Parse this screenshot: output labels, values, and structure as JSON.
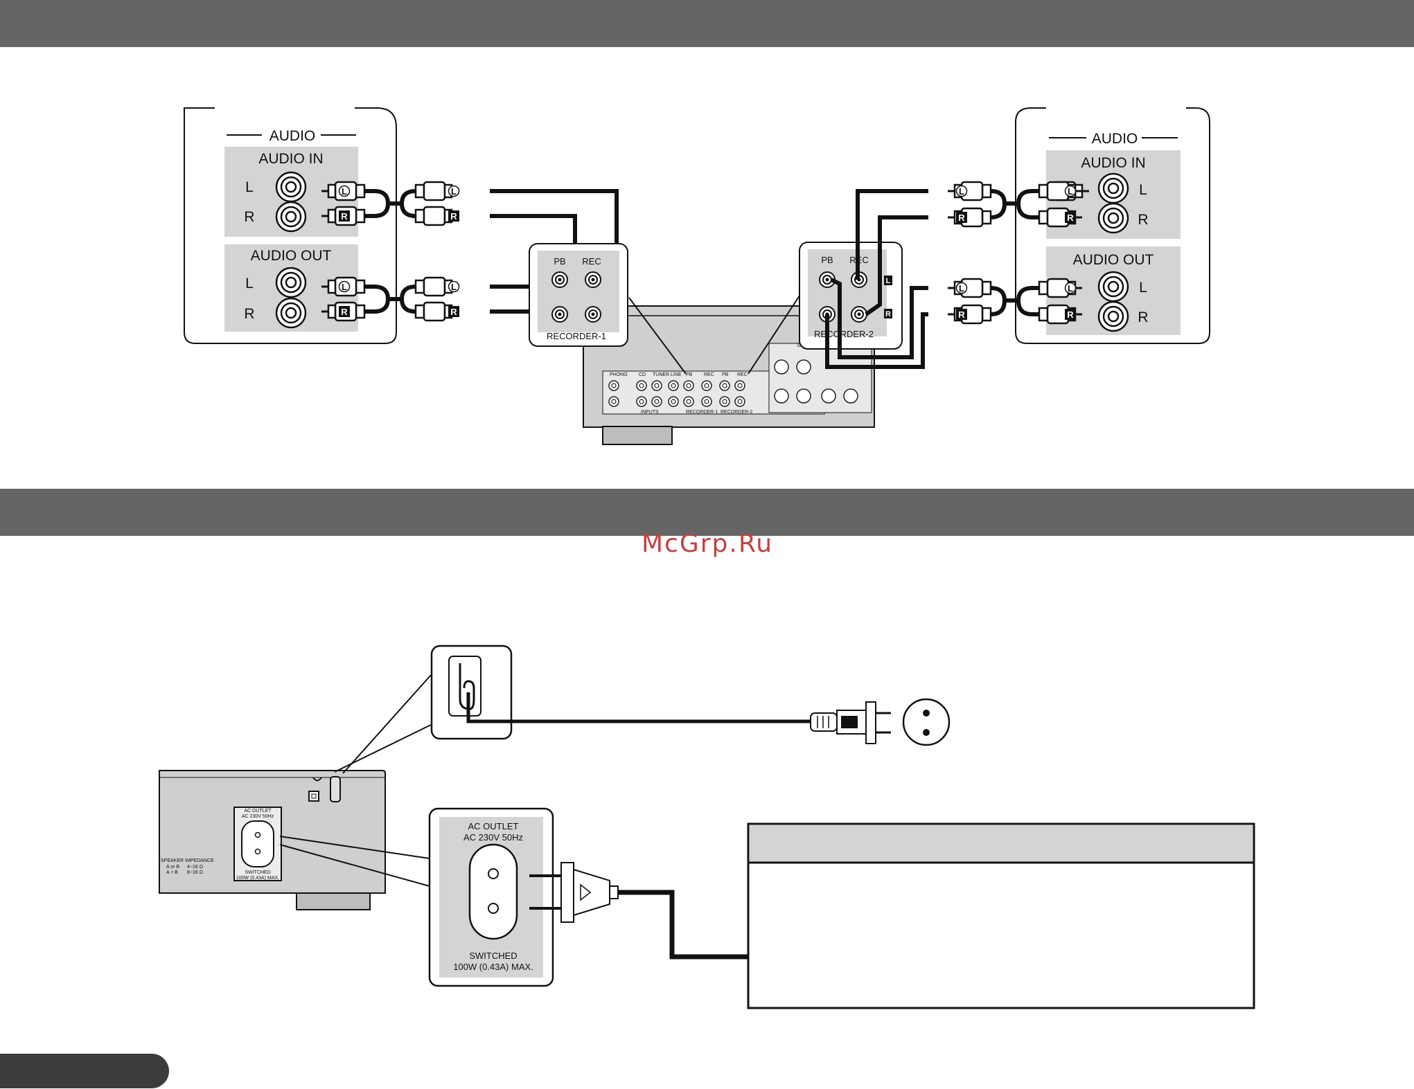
{
  "watermark": "McGrp.Ru",
  "left_device": {
    "group_title": "AUDIO",
    "in_label": "AUDIO IN",
    "out_label": "AUDIO OUT",
    "ch_l": "L",
    "ch_r": "R"
  },
  "right_device": {
    "group_title": "AUDIO",
    "in_label": "AUDIO IN",
    "out_label": "AUDIO OUT",
    "ch_l": "L",
    "ch_r": "R"
  },
  "plugs": {
    "l": "L",
    "r": "R"
  },
  "recorder1": {
    "pb": "PB",
    "rec": "REC",
    "name": "RECORDER-1"
  },
  "recorder2": {
    "pb": "PB",
    "rec": "REC",
    "name": "RECORDER-2",
    "side_l": "L",
    "side_r": "R"
  },
  "amp_panel": {
    "phono": "PHONO",
    "cd": "CD",
    "tuner": "TUNER",
    "line": "LINE",
    "pb1": "PB",
    "rec1": "REC",
    "pb2": "PB",
    "rec2": "REC",
    "inputs": "INPUTS",
    "recorder1": "RECORDER-1",
    "recorder2": "RECORDER-2",
    "speaker": "SPEAKER"
  },
  "ac_outlet_small": {
    "title": "AC OUTLET",
    "rating": "AC 230V  50Hz",
    "switched": "SWITCHED",
    "max": "100W (0.43A) MAX."
  },
  "speaker_impedance": {
    "title": "SPEAKER  IMPEDANCE",
    "row1_a": "A or B",
    "row1_b": "4~16 Ω",
    "row2_a": "A + B",
    "row2_b": "8~16 Ω"
  },
  "ac_outlet_zoom": {
    "title": "AC OUTLET",
    "rating": "AC 230V  50Hz",
    "switched": "SWITCHED",
    "max": "100W (0.43A) MAX."
  },
  "colors": {
    "bar": "#666566",
    "panel_gray": "#d4d4d4",
    "device_gray": "#c8c8c8",
    "watermark": "#c44040"
  }
}
